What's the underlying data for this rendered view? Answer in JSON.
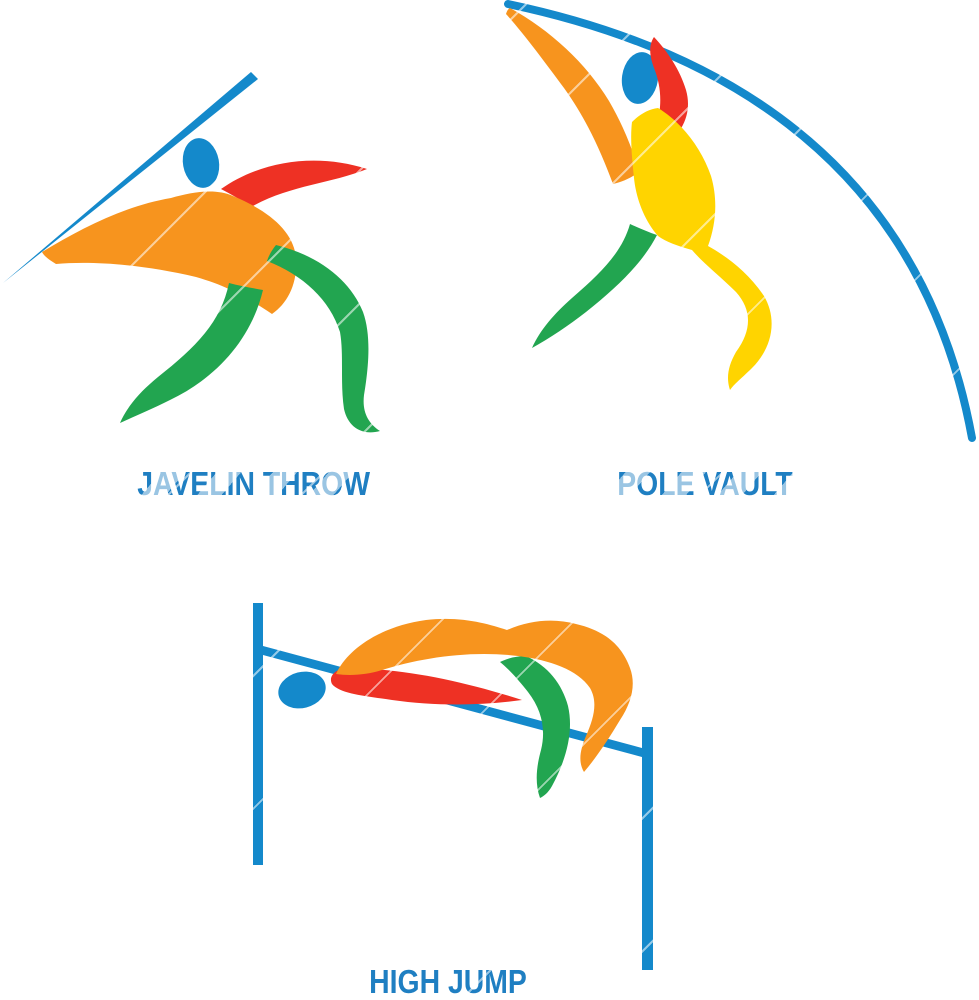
{
  "page": {
    "background": "#ffffff",
    "description": "Track and field athletics icon set"
  },
  "colors": {
    "blue": "#1489cb",
    "orange": "#f7941e",
    "red": "#ee3124",
    "green": "#22a550",
    "yellow": "#ffd400",
    "label_blue": "#1f7fc2"
  },
  "icons": {
    "javelin": {
      "label": "JAVELIN THROW",
      "sport": "javelin throw"
    },
    "pole_vault": {
      "label": "POLE VAULT",
      "sport": "pole vault"
    },
    "high_jump": {
      "label": "HIGH JUMP",
      "sport": "high jump"
    }
  }
}
